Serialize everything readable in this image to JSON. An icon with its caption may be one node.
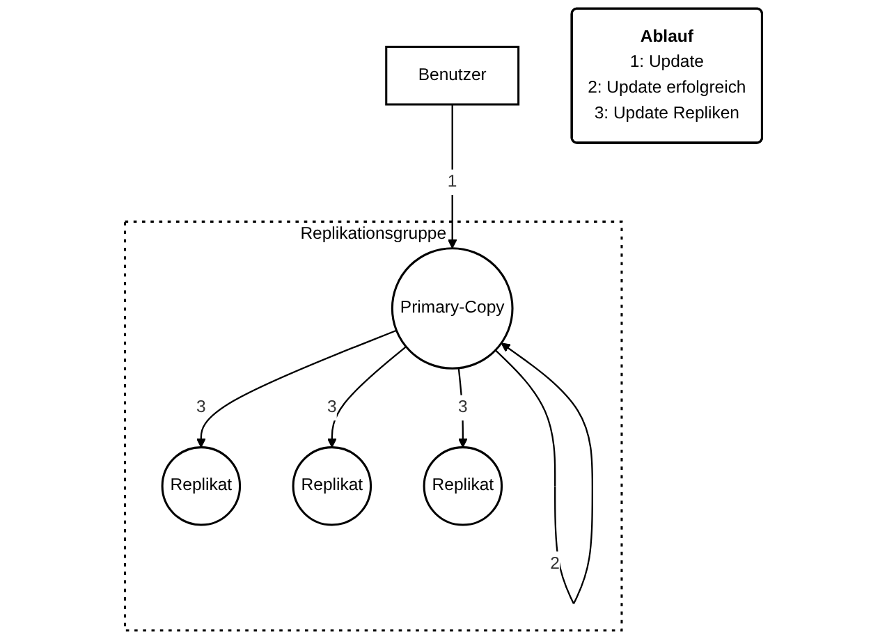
{
  "diagram": {
    "nodes": [
      {
        "text": [
          "Benutzer"
        ]
      },
      {
        "text": [
          "Replikationsgruppe"
        ]
      },
      {
        "text": [
          "Primary-Copy"
        ],
        "in": 1
      },
      {
        "text": [
          "Replikat"
        ],
        "in": 1
      },
      {
        "text": [
          "Replikat"
        ],
        "in": 1
      },
      {
        "text": [
          "Replikat"
        ],
        "in": 1
      },
      {
        "text": [
          "Ablauf",
          "1: Update",
          "2: Update erfolgreich",
          "3: Update Repliken"
        ]
      }
    ],
    "edges": [
      {
        "from": 0,
        "to": 2,
        "arrow": "to",
        "label": "1"
      },
      {
        "from": 2,
        "to": 2,
        "arrow": "to",
        "label": "2"
      },
      {
        "from": 2,
        "to": 3,
        "arrow": "to",
        "label": "3"
      },
      {
        "from": 2,
        "to": 4,
        "arrow": "to",
        "label": "3"
      },
      {
        "from": 2,
        "to": 5,
        "arrow": "to",
        "label": "3"
      }
    ]
  }
}
